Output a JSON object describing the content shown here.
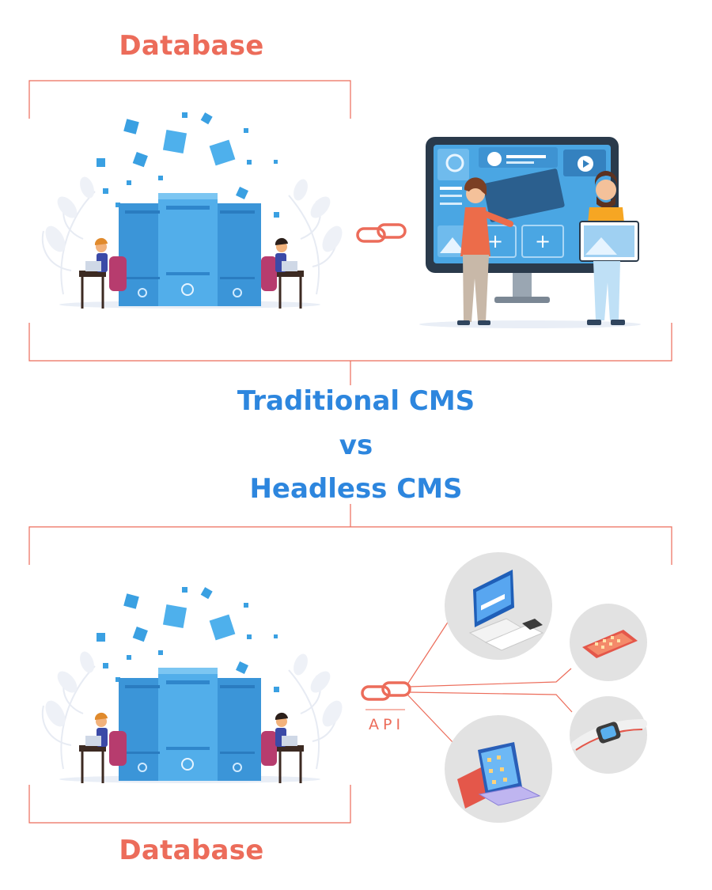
{
  "top_section": {
    "database_label": "Database"
  },
  "title": {
    "line1": "Traditional CMS",
    "line2": "vs",
    "line3": "Headless CMS"
  },
  "bottom_section": {
    "database_label": "Database",
    "api_label": "API"
  },
  "colors": {
    "accent": "#ec6c5a",
    "title": "#2d86de",
    "server": "#3d9be0",
    "circle": "#e2e2e2"
  },
  "icons": [
    "server-stack-icon",
    "chain-link-icon",
    "monitor-icon",
    "person-icon",
    "desktop-computer-icon",
    "smartphone-icon",
    "smartwatch-icon",
    "tablet-icon"
  ]
}
